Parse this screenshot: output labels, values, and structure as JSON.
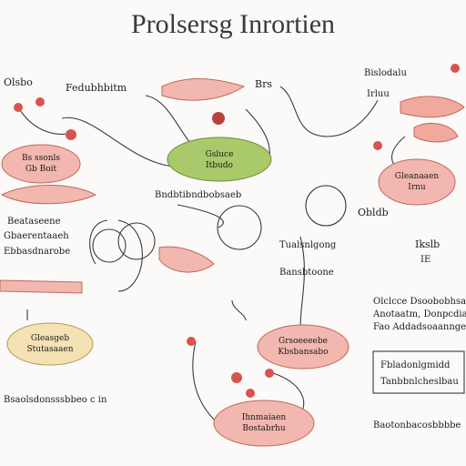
{
  "title": "Prolsersg Inrortien",
  "colors": {
    "green_node": "#a9c96a",
    "pink_node": "#f2b7ae",
    "yellow_node": "#f4e2b4",
    "accent_red": "#d9534f",
    "line": "#3b3b3b"
  },
  "icons": [
    "organ-shape",
    "droplet",
    "connector-line"
  ],
  "labels": {
    "top_left_a": "Olsbo",
    "top_left_b": "Fedubhbitm",
    "top_center": "Brs",
    "top_right_a": "Bislodalu",
    "top_right_b": "Irluu",
    "left_node": "Bs ssonls\nGb Boit",
    "center_node": "Gsluce\nItbudo",
    "right_node": "Gleanaaen\nIrnu",
    "middle_row": "Bndbtibndbobsaeb",
    "left_small_a": "Beataseene",
    "left_small_b": "Gbaerentaaeh",
    "left_small_c": "Ebbasdnarobe",
    "right_mid_a": "Obldb",
    "center_text_a": "Tualsnlgong",
    "center_text_b": "Bansbtoone",
    "right_text_c": "Ikslb",
    "right_text_d": "IE",
    "bottom_left_node": "Gleasgeb\nStutasaaen",
    "bottom_left_text": "Bsaolsdonsssbbeo c in",
    "center_bottom_node": "Grsoeeeebe\nKbsbansabo",
    "right_para_1": "Olclcce Dsoobobhsae",
    "right_para_2": "Anotaatm, Donpcdiab",
    "right_para_3": "Fao Addadsoaannge",
    "right_box_line1": "Fbladonlgmidd",
    "right_box_line2": "Tanbbnlcheslbau",
    "bottom_node": "Ihnmaiaen\nBostabrhu",
    "bottom_right_text": "Baotonbacosbbbbe"
  }
}
